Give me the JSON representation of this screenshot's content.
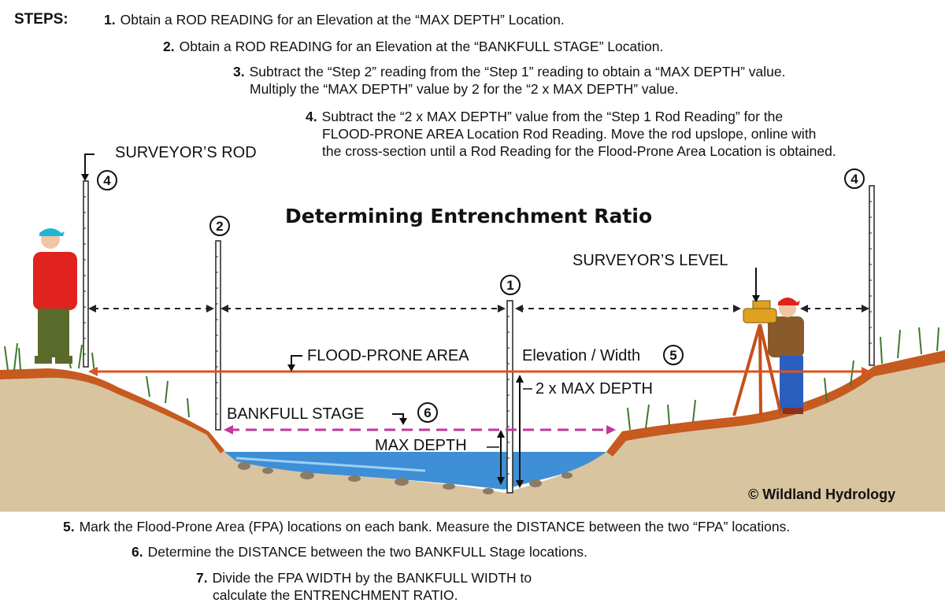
{
  "steps_label": "STEPS:",
  "steps_top": [
    {
      "n": "1.",
      "lines": [
        "Obtain a ROD READING for an Elevation at the “MAX DEPTH” Location."
      ]
    },
    {
      "n": "2.",
      "lines": [
        "Obtain a ROD READING for an Elevation at the “BANKFULL STAGE” Location."
      ]
    },
    {
      "n": "3.",
      "lines": [
        "Subtract the “Step 2” reading from the “Step 1” reading to obtain a “MAX DEPTH” value.",
        "Multiply the “MAX DEPTH” value by 2 for the “2 x MAX DEPTH” value."
      ]
    },
    {
      "n": "4.",
      "lines": [
        "Subtract the “2 x MAX DEPTH” value from the “Step 1 Rod Reading” for the",
        "FLOOD-PRONE AREA Location Rod Reading.  Move the rod upslope, online with",
        "the cross-section until a Rod Reading for the Flood-Prone Area Location is obtained."
      ]
    }
  ],
  "steps_bottom": [
    {
      "n": "5.",
      "lines": [
        "Mark the Flood-Prone Area (FPA) locations on each bank.  Measure the DISTANCE between the two “FPA” locations."
      ]
    },
    {
      "n": "6.",
      "lines": [
        "Determine the DISTANCE between the two BANKFULL Stage locations."
      ]
    },
    {
      "n": "7.",
      "lines": [
        "Divide the FPA WIDTH by the BANKFULL WIDTH to",
        "calculate the ENTRENCHMENT RATIO."
      ]
    }
  ],
  "diagram": {
    "title": "Determining Entrenchment Ratio",
    "surveyors_rod_label": "SURVEYOR’S ROD",
    "surveyors_level_label": "SURVEYOR’S  LEVEL",
    "flood_prone_label": "FLOOD-PRONE  AREA",
    "elevation_width_label": "Elevation / Width",
    "two_max_depth_label": "2 x MAX  DEPTH",
    "bankfull_label": "BANKFULL  STAGE",
    "max_depth_label": "MAX  DEPTH",
    "copyright": "© Wildland Hydrology",
    "markers": {
      "m1": "1",
      "m2": "2",
      "m4a": "4",
      "m4b": "4",
      "m5": "5",
      "m6": "6"
    },
    "colors": {
      "flood_line": "#d9541e",
      "bankfull_line": "#c0399a",
      "water": "#3e8fd6",
      "soil": "#d9c4a0",
      "bank": "#c65a1f"
    }
  }
}
